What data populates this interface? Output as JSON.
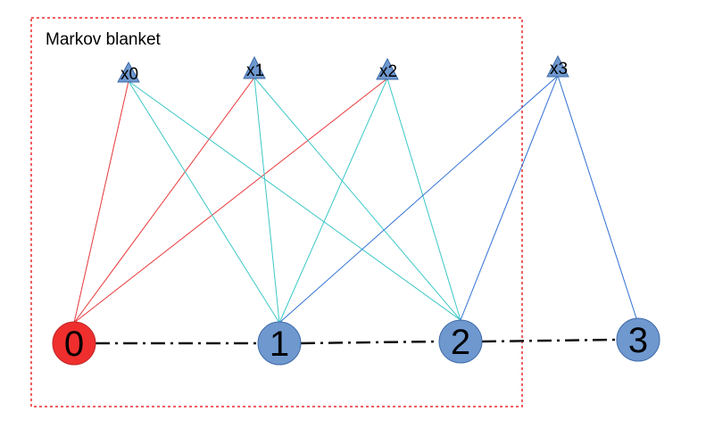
{
  "blanket": {
    "label": "Markov blanket",
    "border_color": "#e8282b"
  },
  "colors": {
    "node_blue": "#6f98cf",
    "node_red": "#ef2e2e",
    "node_stroke": "#3d6aa8",
    "red_stroke": "#c0282a",
    "edge_red": "#e8383a",
    "edge_cyan": "#3cc7c7",
    "edge_blue": "#2f6fd4",
    "chain": "#111111",
    "text": "#000000"
  },
  "inputs": [
    {
      "id": "x0",
      "label": "x0"
    },
    {
      "id": "x1",
      "label": "x1"
    },
    {
      "id": "x2",
      "label": "x2"
    },
    {
      "id": "x3",
      "label": "x3"
    }
  ],
  "nodes": [
    {
      "id": "n0",
      "label": "0",
      "fill": "red"
    },
    {
      "id": "n1",
      "label": "1",
      "fill": "blue"
    },
    {
      "id": "n2",
      "label": "2",
      "fill": "blue"
    },
    {
      "id": "n3",
      "label": "3",
      "fill": "blue"
    }
  ],
  "edges": [
    {
      "from": "x0",
      "to": "n0",
      "color": "red"
    },
    {
      "from": "x1",
      "to": "n0",
      "color": "red"
    },
    {
      "from": "x2",
      "to": "n0",
      "color": "red"
    },
    {
      "from": "x0",
      "to": "n1",
      "color": "cyan"
    },
    {
      "from": "x0",
      "to": "n2",
      "color": "cyan"
    },
    {
      "from": "x1",
      "to": "n1",
      "color": "cyan"
    },
    {
      "from": "x1",
      "to": "n2",
      "color": "cyan"
    },
    {
      "from": "x2",
      "to": "n1",
      "color": "cyan"
    },
    {
      "from": "x2",
      "to": "n2",
      "color": "cyan"
    },
    {
      "from": "x3",
      "to": "n1",
      "color": "blue"
    },
    {
      "from": "x3",
      "to": "n2",
      "color": "blue"
    },
    {
      "from": "x3",
      "to": "n3",
      "color": "blue"
    }
  ],
  "chain": [
    {
      "from": "n0",
      "to": "n1"
    },
    {
      "from": "n1",
      "to": "n2"
    },
    {
      "from": "n2",
      "to": "n3"
    }
  ]
}
